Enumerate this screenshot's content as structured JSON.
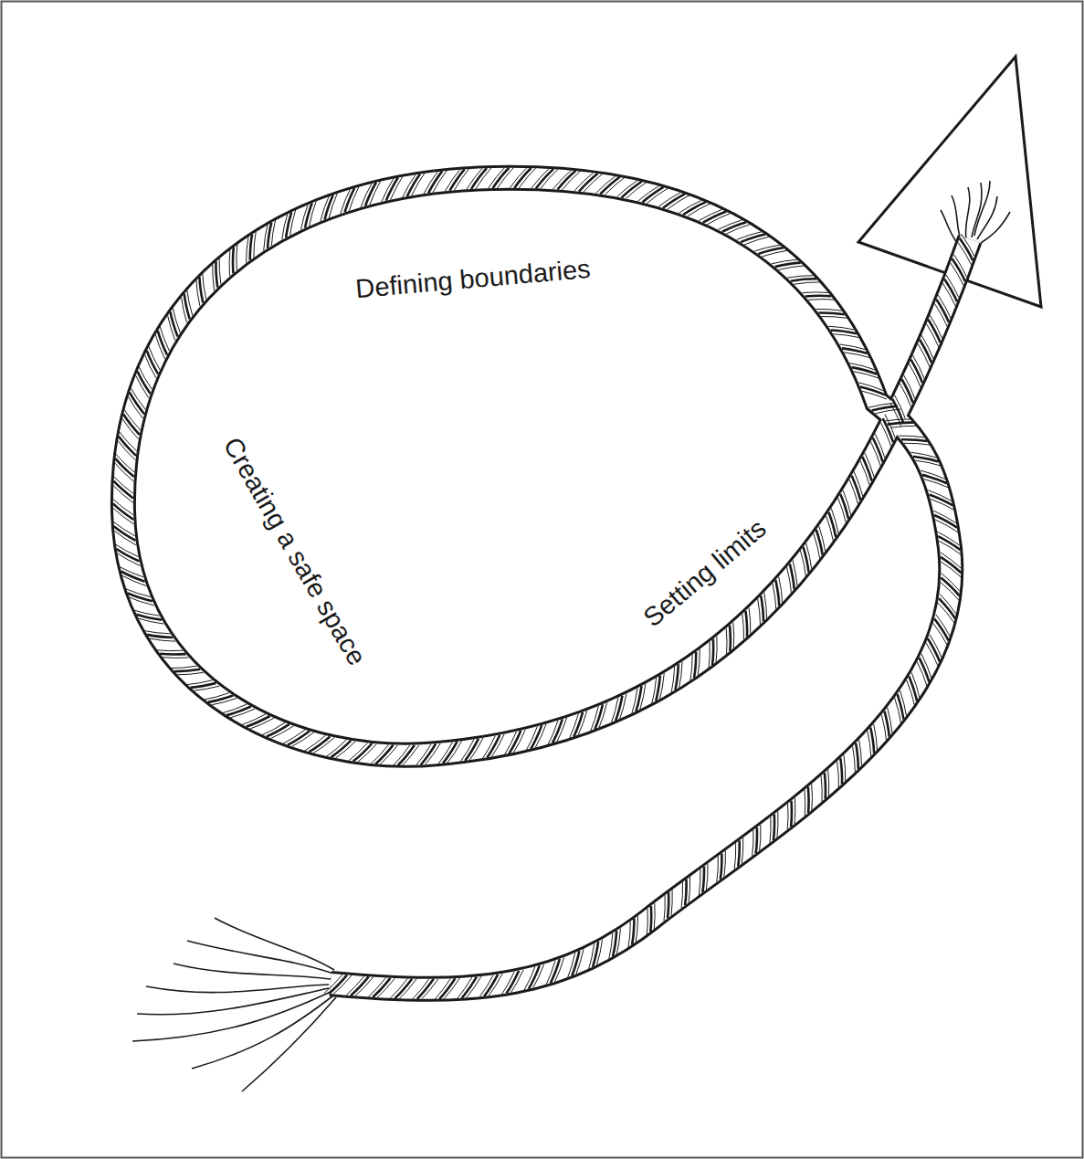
{
  "diagram": {
    "labels": [
      "Defining boundaries",
      "Creating a safe space",
      "Setting limits"
    ]
  }
}
